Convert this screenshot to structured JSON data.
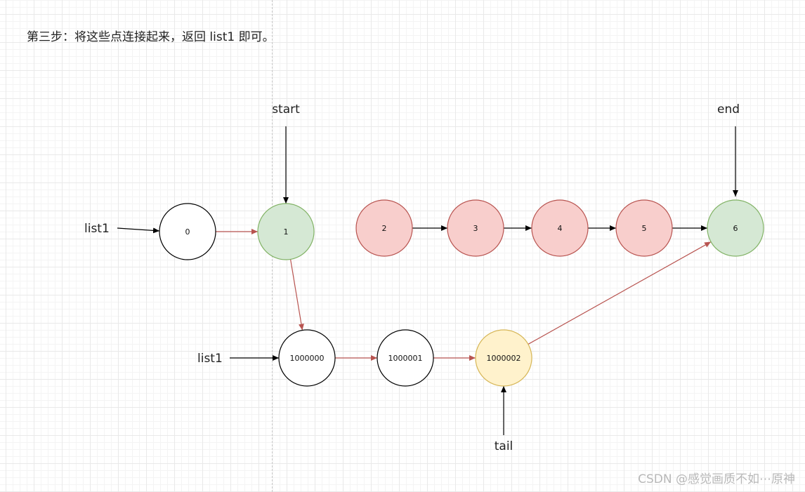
{
  "heading": "第三步：将这些点连接起来，返回 list1 即可。",
  "watermark": "CSDN @感觉画质不如⋯原神",
  "colors": {
    "default_fill": "#ffffff",
    "default_stroke": "#000000",
    "green_fill": "#d5e8d4",
    "green_stroke": "#82b366",
    "red_fill": "#f8cecc",
    "red_stroke": "#b85450",
    "yellow_fill": "#fff2cc",
    "yellow_stroke": "#d6b656",
    "black_edge": "#000000",
    "red_edge": "#b85450"
  },
  "pointer_labels": {
    "list1_top": "list1",
    "list1_bottom": "list1",
    "start": "start",
    "end": "end",
    "tail": "tail"
  },
  "nodes": {
    "n0": {
      "label": "0",
      "style": "default"
    },
    "n1": {
      "label": "1",
      "style": "green"
    },
    "n2": {
      "label": "2",
      "style": "red"
    },
    "n3": {
      "label": "3",
      "style": "red"
    },
    "n4": {
      "label": "4",
      "style": "red"
    },
    "n5": {
      "label": "5",
      "style": "red"
    },
    "n6": {
      "label": "6",
      "style": "green"
    },
    "b0": {
      "label": "1000000",
      "style": "default"
    },
    "b1": {
      "label": "1000001",
      "style": "default"
    },
    "b2": {
      "label": "1000002",
      "style": "yellow"
    }
  },
  "edges": [
    {
      "from": "n0",
      "to": "n1",
      "color": "red"
    },
    {
      "from": "n1",
      "to": "b0",
      "color": "red"
    },
    {
      "from": "b0",
      "to": "b1",
      "color": "red"
    },
    {
      "from": "b1",
      "to": "b2",
      "color": "red"
    },
    {
      "from": "b2",
      "to": "n6",
      "color": "red"
    },
    {
      "from": "n2",
      "to": "n3",
      "color": "black"
    },
    {
      "from": "n3",
      "to": "n4",
      "color": "black"
    },
    {
      "from": "n4",
      "to": "n5",
      "color": "black"
    },
    {
      "from": "n5",
      "to": "n6",
      "color": "black"
    }
  ]
}
